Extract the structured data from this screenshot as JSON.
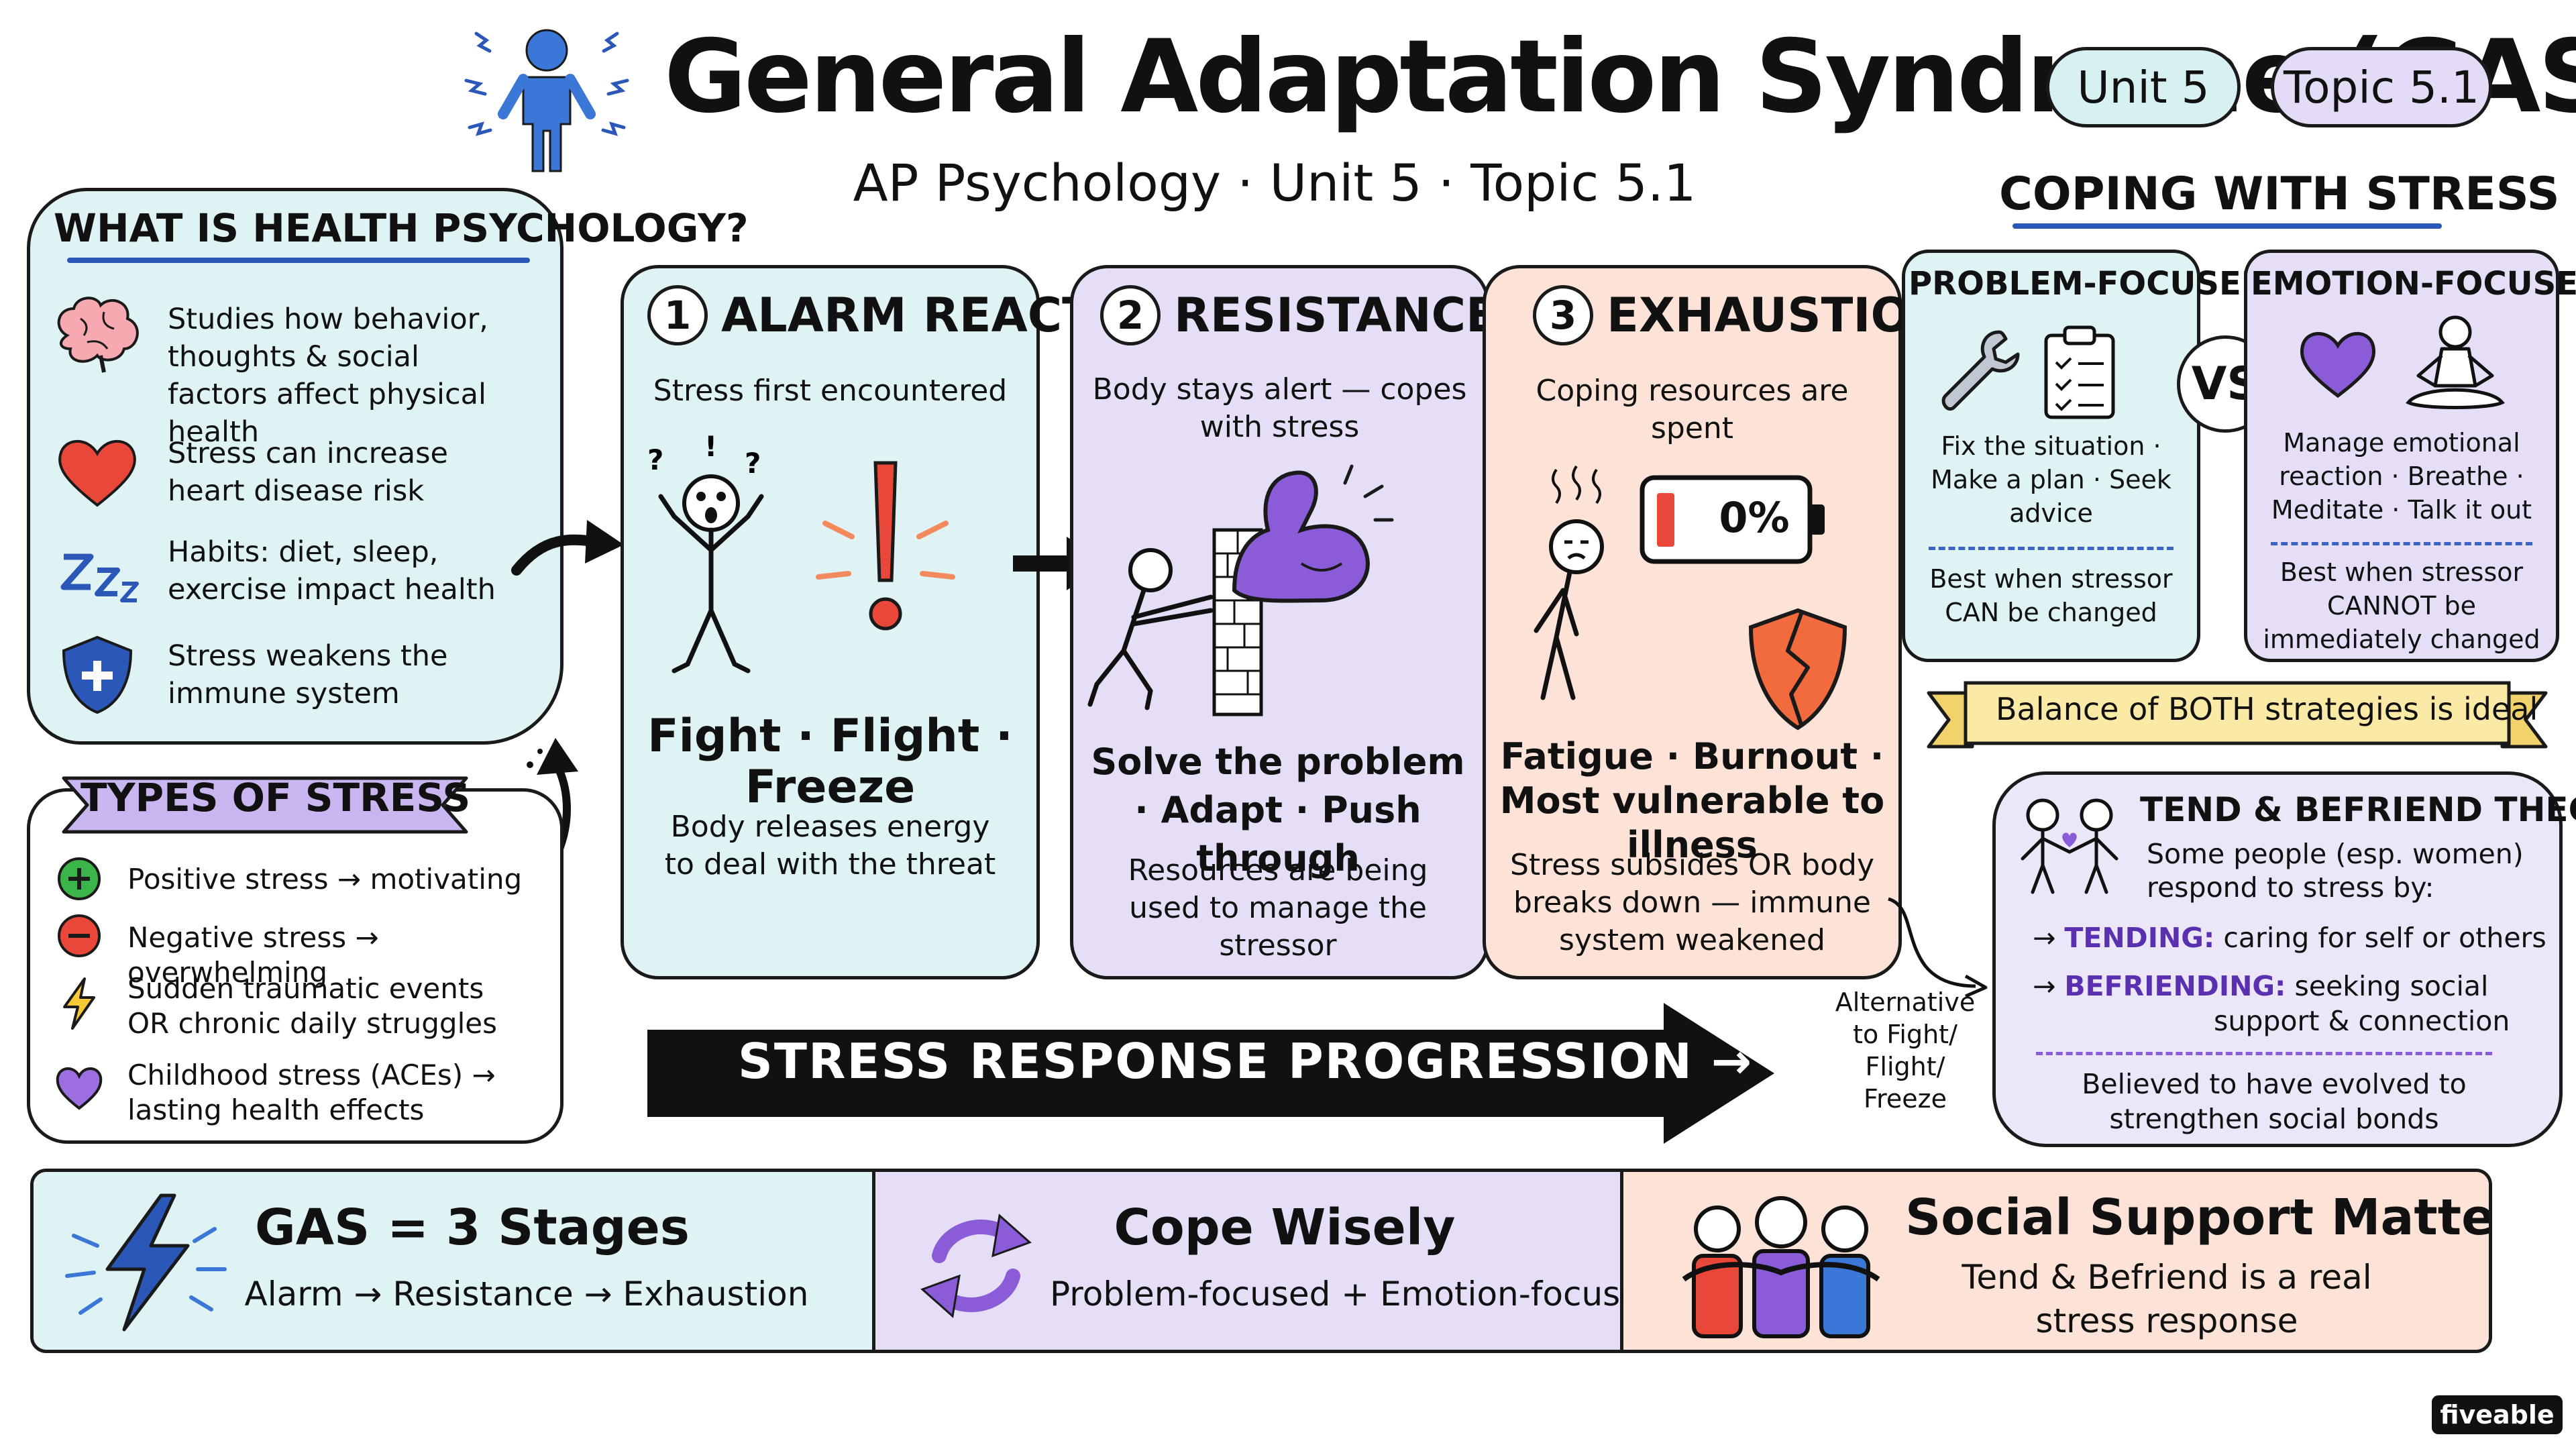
{
  "header": {
    "title": "General Adaptation Syndrome (GAS)",
    "subtitle": "AP Psychology · Unit 5 · Topic 5.1",
    "unit_pill": "Unit 5",
    "topic_pill": "Topic 5.1"
  },
  "health_psych": {
    "title": "WHAT IS HEALTH PSYCHOLOGY?",
    "items": [
      {
        "icon": "brain-icon",
        "text": "Studies how behavior, thoughts & social factors affect physical health"
      },
      {
        "icon": "heart-icon",
        "text": "Stress can increase heart disease risk"
      },
      {
        "icon": "sleep-zzz-icon",
        "text": "Habits: diet, sleep, exercise impact health"
      },
      {
        "icon": "shield-icon",
        "text": "Stress weakens the immune system"
      }
    ]
  },
  "types_of_stress": {
    "title": "TYPES OF STRESS",
    "items": [
      {
        "icon": "plus-circle-icon",
        "text": "Positive stress → motivating"
      },
      {
        "icon": "minus-circle-icon",
        "text": "Negative stress → overwhelming"
      },
      {
        "icon": "lightning-icon",
        "text": "Sudden traumatic events OR chronic daily struggles"
      },
      {
        "icon": "heart-icon",
        "text": "Childhood stress (ACEs) → lasting health effects"
      }
    ]
  },
  "stages": [
    {
      "number": "1",
      "title": "ALARM REACTION",
      "subtitle": "Stress first encountered",
      "big": "Fight · Flight · Freeze",
      "note": "Body releases energy to deal with the threat"
    },
    {
      "number": "2",
      "title": "RESISTANCE",
      "subtitle": "Body stays alert — copes with stress",
      "big": "Solve the problem · Adapt · Push through",
      "note": "Resources are being used to manage the stressor"
    },
    {
      "number": "3",
      "title": "EXHAUSTION",
      "subtitle": "Coping resources are spent",
      "battery": "0%",
      "big": "Fatigue · Burnout · Most vulnerable to illness",
      "note": "Stress subsides OR body breaks down — immune system weakened"
    }
  ],
  "progression_label": "STRESS RESPONSE PROGRESSION →",
  "coping": {
    "title": "COPING WITH STRESS",
    "vs": "VS",
    "problem": {
      "title": "PROBLEM-FOCUSED",
      "text": "Fix the situation · Make a plan · Seek advice",
      "best": "Best when stressor CAN be changed"
    },
    "emotion": {
      "title": "EMOTION-FOCUSED",
      "text": "Manage emotional reaction · Breathe · Meditate · Talk it out",
      "best": "Best when stressor CANNOT be immediately changed"
    },
    "balance": "Balance of BOTH strategies is ideal"
  },
  "tend_befriend": {
    "title": "TEND & BEFRIEND THEORY",
    "intro_1": "Some people (esp. women)",
    "intro_2": "respond to stress by:",
    "tending_key": "TENDING:",
    "tending_text": "caring for self or others",
    "befriending_key": "BEFRIENDING:",
    "befriending_text": "seeking social",
    "befriending_text_2": "support & connection",
    "footer_1": "Believed to have evolved to",
    "footer_2": "strengthen social bonds"
  },
  "alternative_label": "Alternative to Fight/ Flight/ Freeze",
  "bottom": {
    "gas": {
      "title": "GAS = 3 Stages",
      "sub": "Alarm → Resistance → Exhaustion"
    },
    "cope": {
      "title": "Cope Wisely",
      "sub": "Problem-focused + Emotion-focused"
    },
    "social": {
      "title": "Social Support Matters",
      "sub_1": "Tend & Befriend is a real",
      "sub_2": "stress response"
    }
  },
  "brand": "fiveable",
  "colors": {
    "teal_bg": "#dff3f4",
    "lavender_bg": "#e6def7",
    "peach_bg": "#fde3d7",
    "accent_blue": "#2a57b8",
    "accent_purple": "#7b4fd6",
    "accent_red": "#e8473a"
  }
}
